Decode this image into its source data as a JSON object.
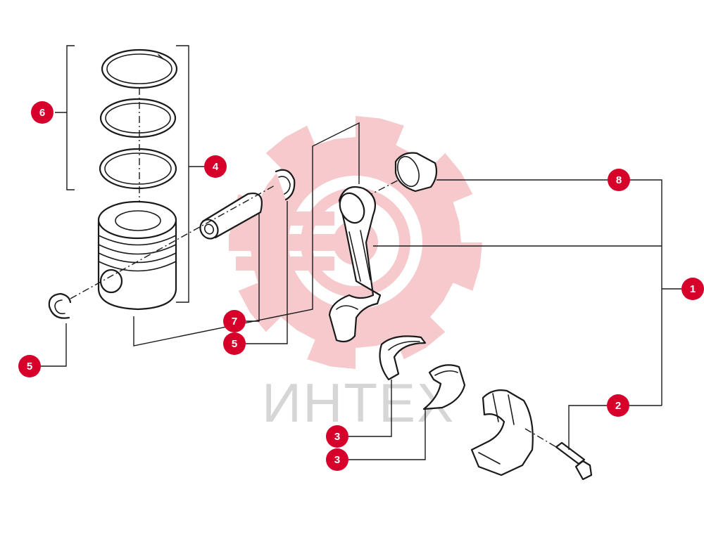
{
  "watermark": {
    "text": "ИНТЕХ",
    "gear_color": "#f6c9cc",
    "text_color": "#d6d6d6"
  },
  "callout_color": "#d7002a",
  "callouts": [
    {
      "id": "c6",
      "label": "6"
    },
    {
      "id": "c4",
      "label": "4"
    },
    {
      "id": "c5a",
      "label": "5"
    },
    {
      "id": "c7",
      "label": "7"
    },
    {
      "id": "c5b",
      "label": "5"
    },
    {
      "id": "c8",
      "label": "8"
    },
    {
      "id": "c1",
      "label": "1"
    },
    {
      "id": "c2",
      "label": "2"
    },
    {
      "id": "c3a",
      "label": "3"
    },
    {
      "id": "c3b",
      "label": "3"
    }
  ],
  "parts": [
    {
      "name": "piston-rings",
      "callout": "6"
    },
    {
      "name": "piston",
      "callout": "4"
    },
    {
      "name": "circlip",
      "callout": "5"
    },
    {
      "name": "piston-pin",
      "callout": "7"
    },
    {
      "name": "small-end-bushing",
      "callout": "8"
    },
    {
      "name": "connecting-rod-assembly",
      "callout": "1"
    },
    {
      "name": "connecting-rod-bolt",
      "callout": "2"
    },
    {
      "name": "bearing-shell",
      "callout": "3"
    }
  ]
}
